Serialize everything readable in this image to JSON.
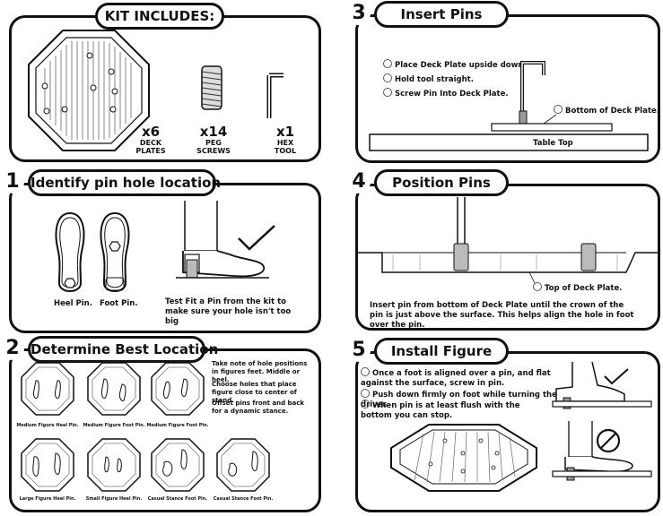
{
  "kit": {
    "title": "KIT INCLUDES:",
    "items": [
      {
        "qty": "x6",
        "label": "DECK\nPLATES"
      },
      {
        "qty": "x14",
        "label": "PEG\nSCREWS"
      },
      {
        "qty": "x1",
        "label": "HEX\nTOOL"
      }
    ]
  },
  "step1": {
    "number": "1",
    "title": "Identify pin hole location",
    "heel_label": "Heel Pin.",
    "foot_label": "Foot Pin.",
    "note": "Test Fit a Pin from the kit to make sure your hole isn't too big"
  },
  "step2": {
    "number": "2",
    "title": "Determine Best Location",
    "notes": [
      "Take note of hole positions in figures feet. Middle or heel.",
      "Choose holes that place figure close to center of stand.",
      "Offset pins front and back for a dynamic stance."
    ],
    "captions": [
      "Medium Figure Heel Pin.",
      "Medium Figure Foot Pin.",
      "Medium Figure Foot Pin.",
      "Large Figure Heel Pin.",
      "Small Figure Heel Pin.",
      "Casual Stance Foot Pin.",
      "Casual Stance Foot Pin."
    ]
  },
  "step3": {
    "number": "3",
    "title": "Insert Pins",
    "bullets": [
      "Place Deck Plate upside down",
      "Hold tool straight.",
      "Screw Pin Into Deck Plate."
    ],
    "bottom_label": "Bottom of Deck Plate.",
    "table_label": "Table Top"
  },
  "step4": {
    "number": "4",
    "title": "Position Pins",
    "top_label": "Top of Deck Plate.",
    "note": "Insert pin from bottom of Deck Plate until the crown of the pin is just above the surface.  This helps align the hole in foot over the pin."
  },
  "step5": {
    "number": "5",
    "title": "Install Figure",
    "bullets": [
      "Once a foot is aligned over a pin, and flat against the surface, screw in pin.",
      "Push down firmly on foot while turning the driver.",
      "When pin is at least flush with the bottom you can stop."
    ]
  }
}
